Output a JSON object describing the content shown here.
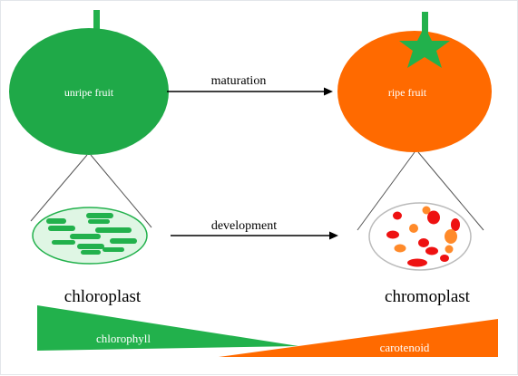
{
  "labels": {
    "unripe": "unripe fruit",
    "ripe": "ripe fruit",
    "maturation": "maturation",
    "development": "development",
    "chloroplast": "chloroplast",
    "chromoplast": "chromoplast",
    "chlorophyll": "chlorophyll",
    "carotenoid": "carotenoid"
  },
  "colors": {
    "unripe_fruit": "#1fa948",
    "ripe_fruit": "#ff6a00",
    "star_green": "#22b14c",
    "chloroplast_fill": "#dff6e4",
    "chloroplast_stroke": "#22b14c",
    "thylakoid": "#22b14c",
    "chromoplast_fill": "#ffffff",
    "chromoplast_stroke": "#bbbbbb",
    "plastoglobule_red": "#ee1111",
    "plastoglobule_orange": "#ff8a2a",
    "arrow": "#000000"
  }
}
